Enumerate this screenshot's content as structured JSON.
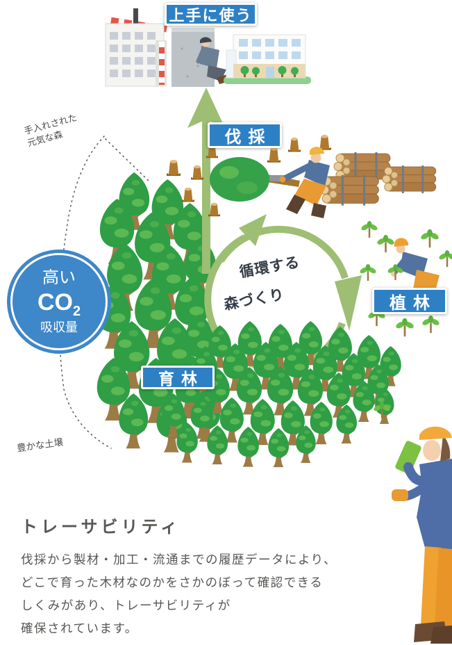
{
  "diagram": {
    "stage_labels": {
      "use_well": "上手に使う",
      "logging": "伐採",
      "planting": "植林",
      "growing": "育林"
    },
    "co2_badge": {
      "line1": "高い",
      "co2": "CO",
      "co2_sub": "2",
      "line3": "吸収量"
    },
    "cycle_center": {
      "line1": "循環する",
      "line2": "森づくり"
    },
    "annotations": {
      "top_left_line1": "手入れされた",
      "top_left_line2": "元気な森",
      "bottom_left": "豊かな土壌"
    }
  },
  "traceability": {
    "title": "トレーサビリティ",
    "body_lines": [
      "伐採から製材・加工・流通までの履歴データにより、",
      "どこで育った木材なのかをさかのぼって確認できる",
      "しくみがあり、トレーサビリティが",
      "確保されています。"
    ]
  },
  "colors": {
    "label_blue": "#2e80c5",
    "badge_blue": "#3e87c8",
    "arrow_green": "#9dbe73",
    "tree_green": "#2f9e45",
    "text_gray": "#595653"
  }
}
